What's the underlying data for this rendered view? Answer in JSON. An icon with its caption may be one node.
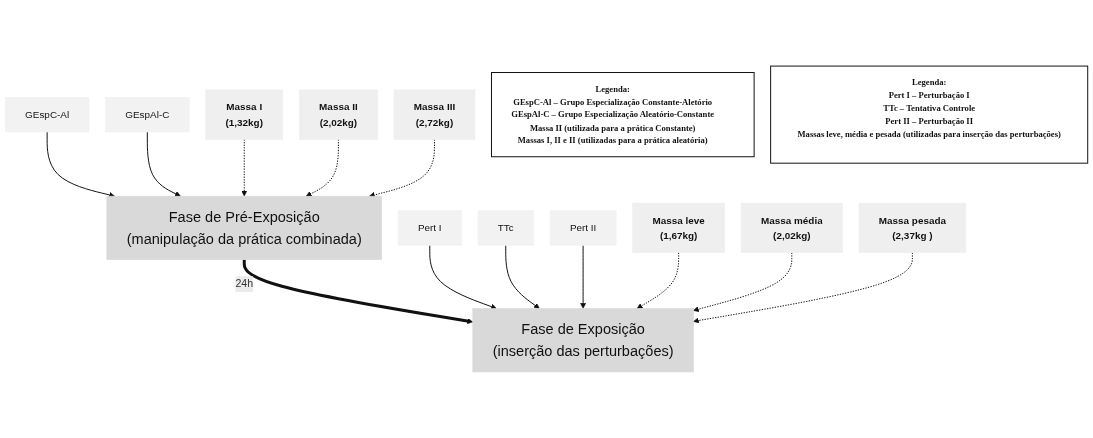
{
  "diagram": {
    "nodes": [
      {
        "text": [
          "GEspC-Al"
        ]
      },
      {
        "text": [
          "GEspAl-C"
        ]
      },
      {
        "text": [
          "Fase de Pré-Exposição",
          "(manipulação da prática combinada)"
        ]
      },
      {
        "text": [
          "Massa I",
          "(1,32kg)"
        ]
      },
      {
        "text": [
          "Massa II",
          "(2,02kg)"
        ]
      },
      {
        "text": [
          "Massa III",
          "(2,72kg)"
        ]
      },
      {
        "text": [
          "Pert I"
        ]
      },
      {
        "text": [
          "TTc"
        ]
      },
      {
        "text": [
          "Pert II"
        ]
      },
      {
        "text": [
          "Fase de Exposição",
          "(inserção das perturbações)"
        ]
      },
      {
        "text": [
          "Massa leve",
          "(1,67kg)"
        ]
      },
      {
        "text": [
          "Massa média",
          "(2,02kg)"
        ]
      },
      {
        "text": [
          "Massa pesada",
          "(2,37kg )"
        ]
      },
      {
        "text": [
          "Legenda:",
          "GEspC-Al – Grupo Especialização Constante-Aletório",
          "GEspAl-C – Grupo Especialização Aleatório-Constante",
          "Massa II (utilizada para a prática Constante)",
          "Massas I, II e II (utilizadas para a prática aleatória)"
        ]
      },
      {
        "text": [
          "Legenda:",
          "Pert I – Perturbação I",
          "TTc – Tentativa Controle",
          "Pert II – Perturbação II",
          "Massas leve, média e pesada (utilizadas para inserção das perturbações)"
        ]
      }
    ],
    "edges": [
      {
        "from": 0,
        "to": 2,
        "arrow": "to"
      },
      {
        "from": 1,
        "to": 2,
        "arrow": "to"
      },
      {
        "from": 3,
        "to": 2,
        "arrow": "to",
        "style": "dashed"
      },
      {
        "from": 4,
        "to": 2,
        "arrow": "to",
        "style": "dashed"
      },
      {
        "from": 5,
        "to": 2,
        "arrow": "to",
        "style": "dashed"
      },
      {
        "from": 2,
        "to": 9,
        "arrow": "to",
        "label": "24h",
        "style": "thick"
      },
      {
        "from": 6,
        "to": 9,
        "arrow": "to"
      },
      {
        "from": 7,
        "to": 9,
        "arrow": "to"
      },
      {
        "from": 8,
        "to": 9,
        "arrow": "to"
      },
      {
        "from": 10,
        "to": 9,
        "arrow": "to",
        "style": "dashed"
      },
      {
        "from": 11,
        "to": 9,
        "arrow": "to",
        "style": "dashed"
      },
      {
        "from": 12,
        "to": 9,
        "arrow": "to",
        "style": "dashed"
      }
    ]
  }
}
